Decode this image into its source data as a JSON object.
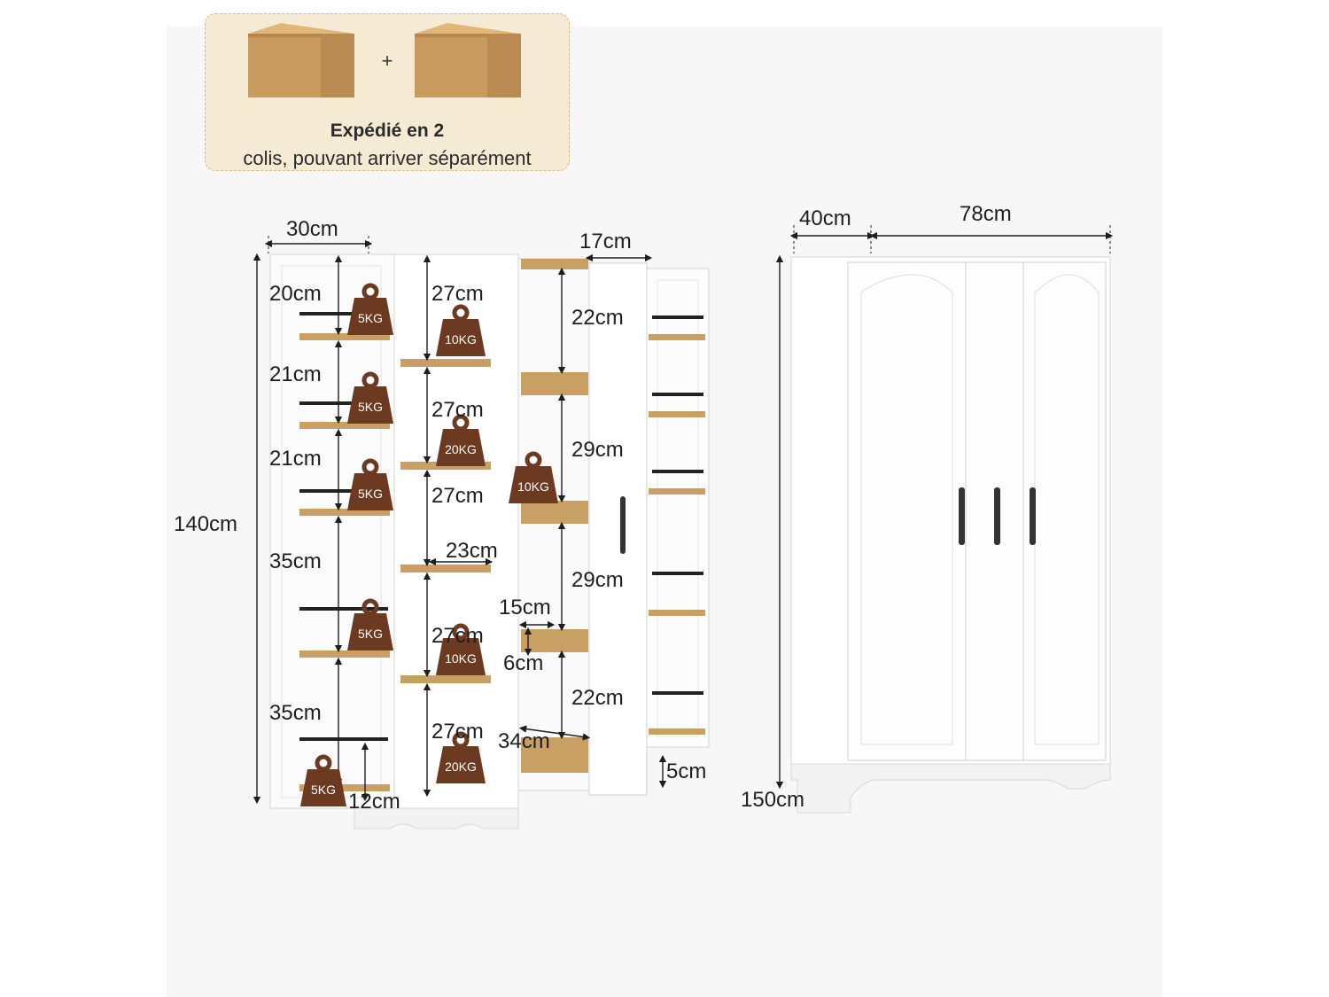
{
  "shipping": {
    "title": "Expédié en 2",
    "subtitle": "colis, pouvant arriver séparément",
    "plus": "+"
  },
  "dimensions": {
    "inner_depth": "30cm",
    "drawer_depth": "17cm",
    "height_inner": "140cm",
    "left_shelves": [
      "20cm",
      "21cm",
      "21cm",
      "35cm",
      "35cm"
    ],
    "middle_shelves": [
      "27cm",
      "27cm",
      "27cm",
      "23cm",
      "27cm",
      "27cm"
    ],
    "drawer_gaps": [
      "22cm",
      "29cm",
      "29cm",
      "22cm"
    ],
    "drawer_width": "15cm",
    "drawer_height": "6cm",
    "drawer_length": "34cm",
    "foot_height": "5cm",
    "bottom_gap": "12cm",
    "outer_depth": "40cm",
    "outer_width": "78cm",
    "outer_height": "150cm"
  },
  "weights": {
    "left": [
      "5KG",
      "5KG",
      "5KG",
      "5KG",
      "5KG"
    ],
    "middle": [
      "10KG",
      "20KG",
      "10KG",
      "20KG"
    ],
    "drawer": [
      "10KG"
    ]
  },
  "colors": {
    "wood": "#c9a063",
    "weight": "#6b3a20",
    "cabinet": "#ffffff",
    "box": "#c89a5d"
  }
}
